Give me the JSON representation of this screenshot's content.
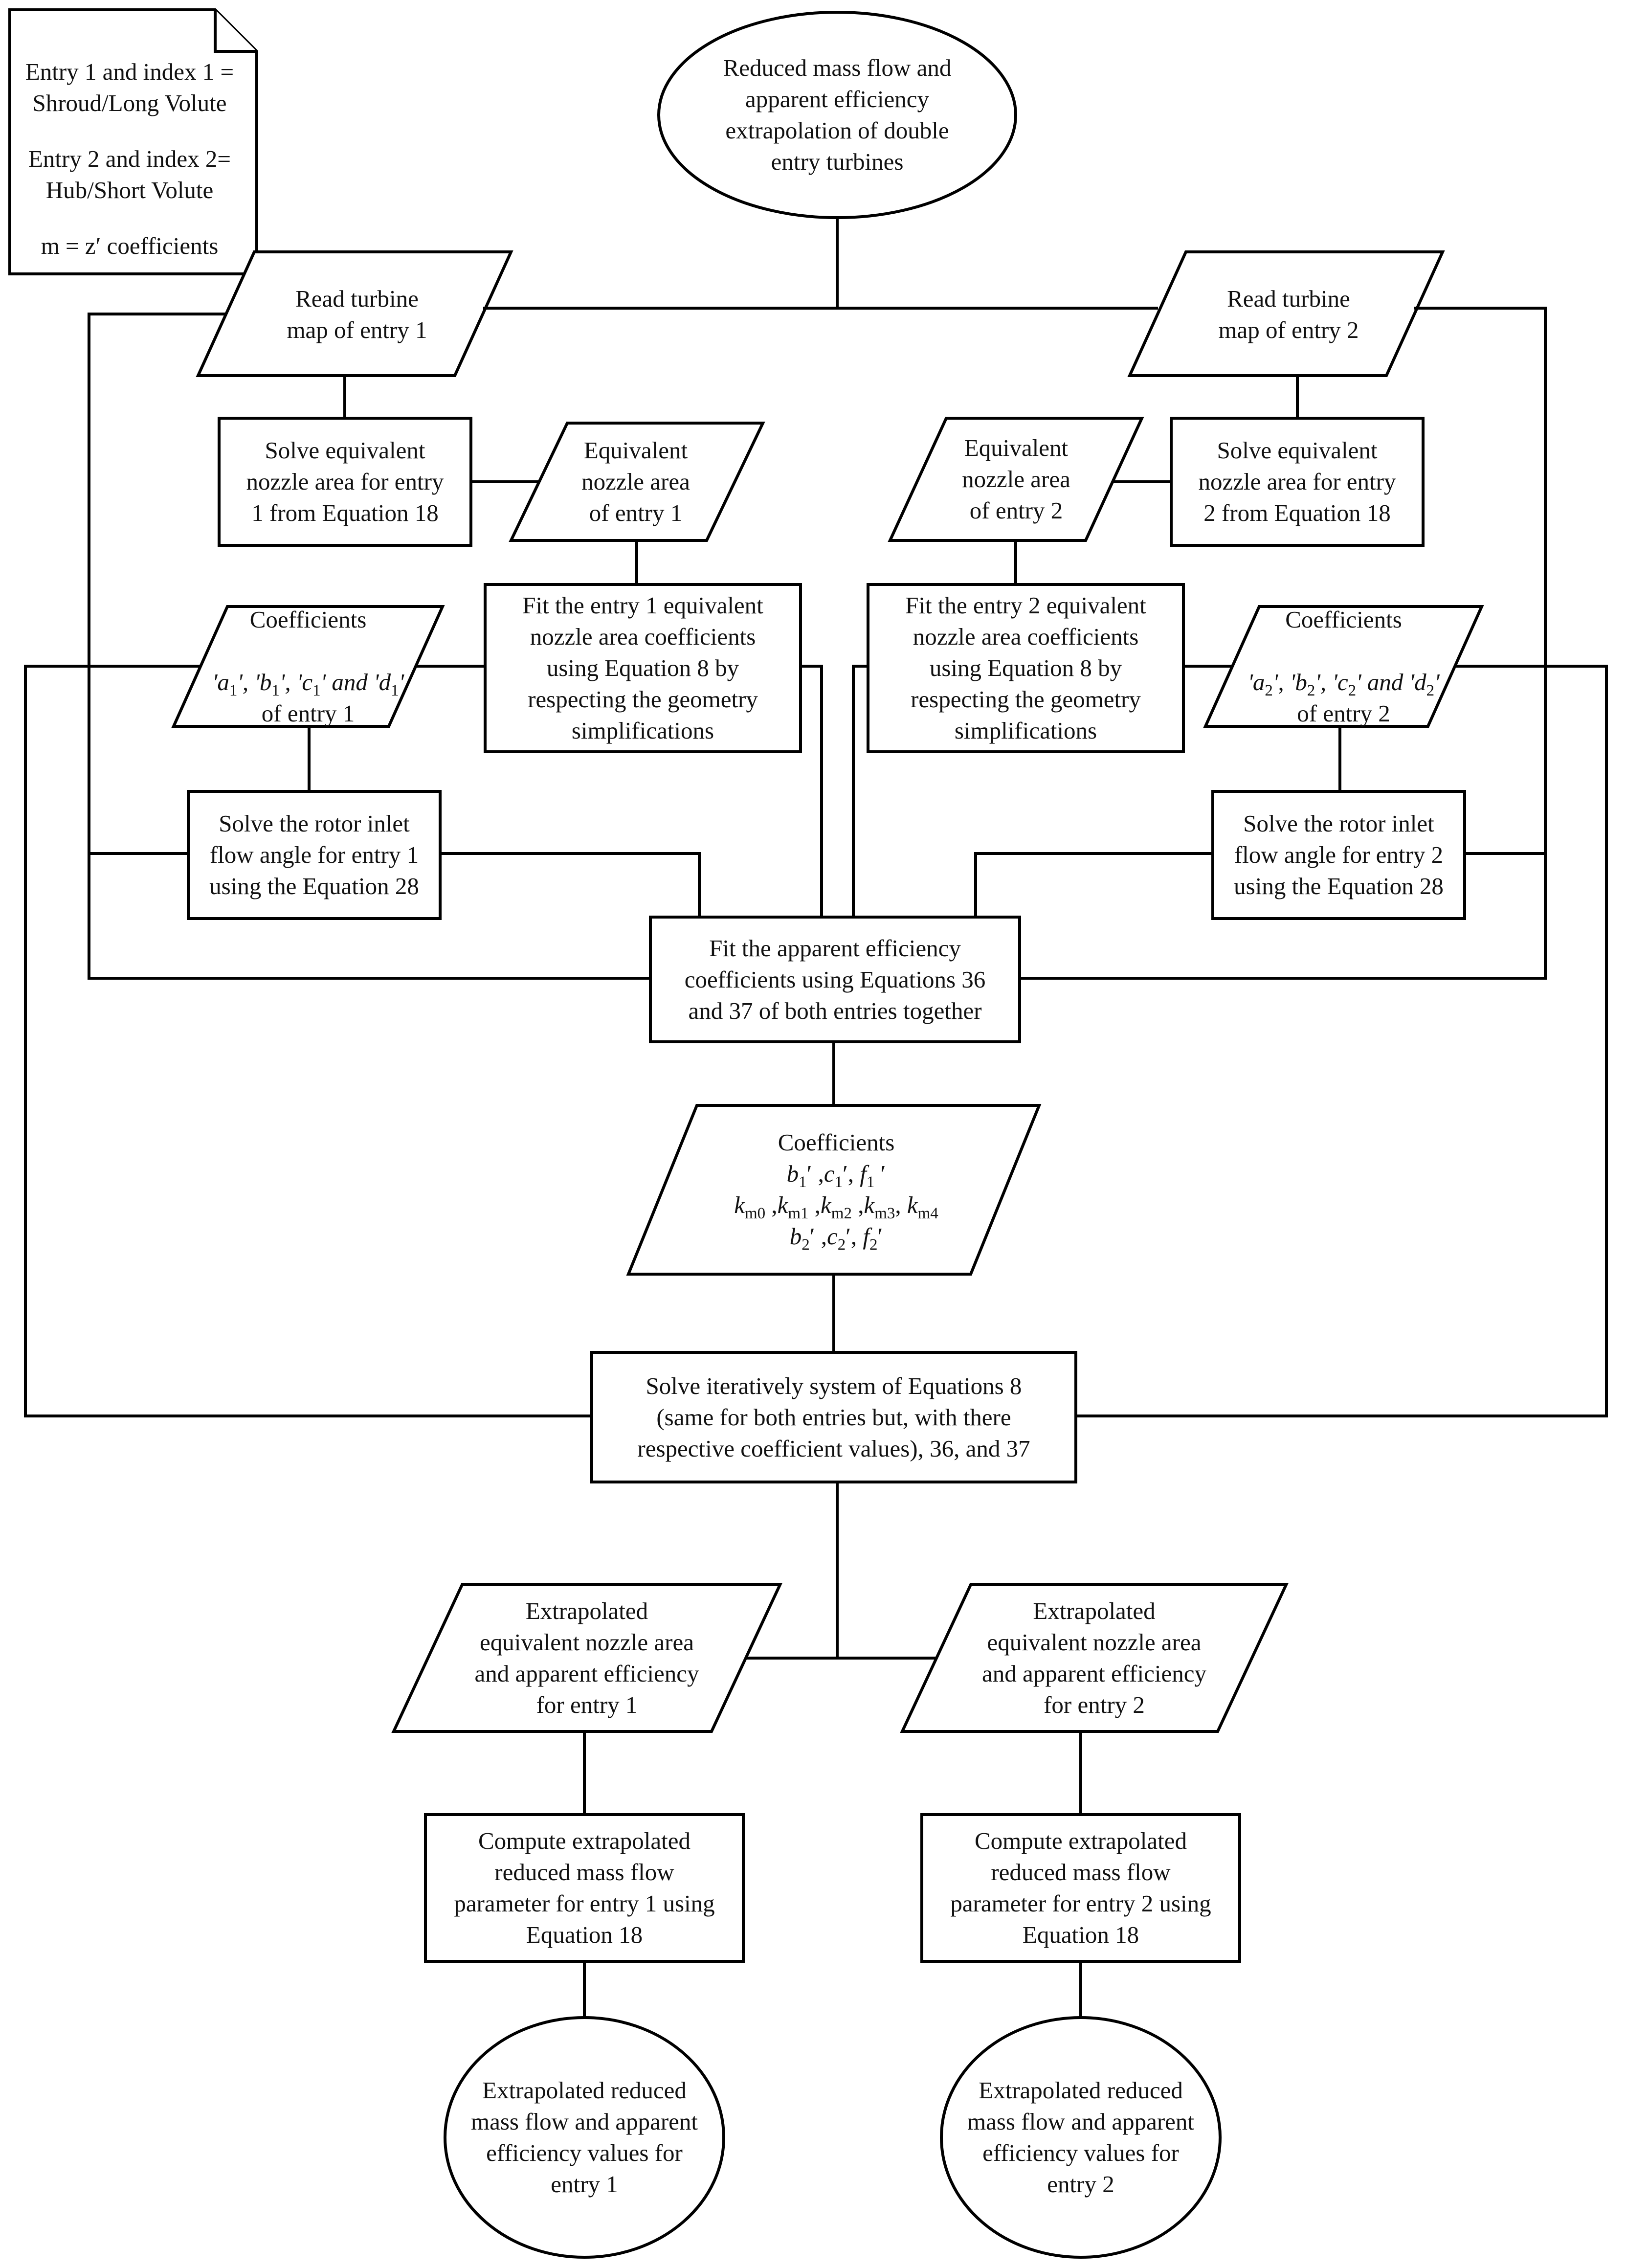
{
  "note": {
    "line1": "Entry 1 and index 1 =",
    "line2": "Shroud/Long Volute",
    "line3": "Entry 2 and index 2=",
    "line4": "Hub/Short Volute",
    "line5": "m = z′ coefficients"
  },
  "start": {
    "text": "Reduced mass flow and\napparent efficiency\nextrapolation of double\nentry turbines"
  },
  "read_map_1": {
    "text": "Read turbine\nmap of entry 1"
  },
  "read_map_2": {
    "text": "Read turbine\nmap of entry 2"
  },
  "solve_nozzle_1": {
    "text": "Solve equivalent\nnozzle area for entry\n1 from Equation 18"
  },
  "solve_nozzle_2": {
    "text": "Solve equivalent\nnozzle area for entry\n2 from Equation 18"
  },
  "nozzle_area_1": {
    "text": "Equivalent\nnozzle area\nof entry 1"
  },
  "nozzle_area_2": {
    "text": "Equivalent\nnozzle area\nof entry 2"
  },
  "fit_nozzle_1": {
    "text": "Fit the entry 1 equivalent\nnozzle area coefficients\nusing Equation 8 by\nrespecting the geometry\nsimplifications"
  },
  "fit_nozzle_2": {
    "text": "Fit the entry 2 equivalent\nnozzle area coefficients\nusing Equation 8 by\nrespecting the geometry\nsimplifications"
  },
  "coeff_1": {
    "title": "Coefficients",
    "vars": [
      "'a",
      "', 'b",
      "', 'c",
      "' and 'd",
      "'"
    ],
    "idx": "1",
    "footer": "of entry 1"
  },
  "coeff_2": {
    "title": "Coefficients",
    "vars": [
      "'a",
      "', 'b",
      "', 'c",
      "' and 'd",
      "'"
    ],
    "idx": "2",
    "footer": "of entry 2"
  },
  "rotor_1": {
    "text": "Solve the rotor inlet\nflow angle for entry 1\nusing the Equation 28"
  },
  "rotor_2": {
    "text": "Solve the rotor inlet\nflow angle for entry 2\nusing the Equation 28"
  },
  "fit_eff": {
    "text": "Fit the apparent efficiency\ncoefficients using Equations 36\nand 37 of both entries together"
  },
  "coeff_all": {
    "title": "Coefficients",
    "k": "k",
    "k_subs": [
      "m0",
      "m1",
      "m2",
      "m3",
      "m4"
    ]
  },
  "solve_iter": {
    "text": "Solve iteratively system of Equations 8\n(same for both entries but, with there\nrespective coefficient values), 36, and 37"
  },
  "extrap_1": {
    "text": "Extrapolated\nequivalent nozzle area\nand apparent efficiency\nfor entry 1"
  },
  "extrap_2": {
    "text": "Extrapolated\nequivalent nozzle area\nand apparent efficiency\nfor entry 2"
  },
  "compute_1": {
    "text": "Compute extrapolated\nreduced mass flow\nparameter for entry 1 using\nEquation 18"
  },
  "compute_2": {
    "text": "Compute extrapolated\nreduced mass flow\nparameter for entry 2 using\nEquation 18"
  },
  "end_1": {
    "text": "Extrapolated reduced\nmass flow and apparent\nefficiency values for\nentry 1"
  },
  "end_2": {
    "text": "Extrapolated reduced\nmass flow and apparent\nefficiency values for\nentry 2"
  }
}
